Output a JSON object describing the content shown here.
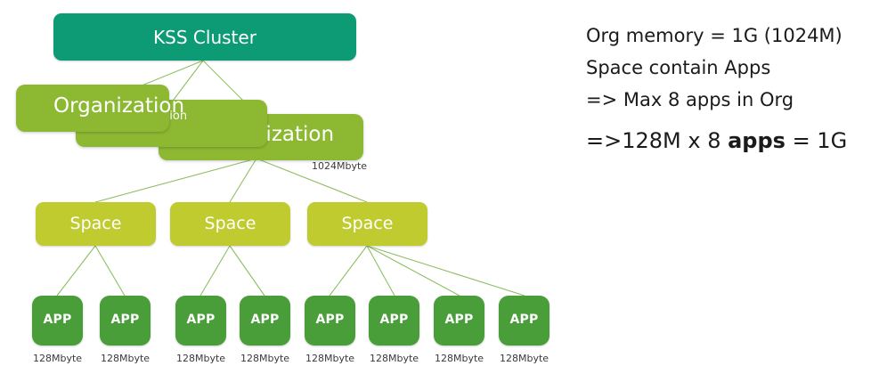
{
  "diagram": {
    "title_node": {
      "label": "KSS Cluster"
    },
    "orgs": [
      {
        "label": "Organization"
      },
      {
        "label": "Organization"
      },
      {
        "label": "Organization"
      }
    ],
    "org_capacity_label": "1024Mbyte",
    "spaces": [
      {
        "label": "Space"
      },
      {
        "label": "Space"
      },
      {
        "label": "Space"
      }
    ],
    "apps": [
      {
        "label": "APP",
        "capacity": "128Mbyte"
      },
      {
        "label": "APP",
        "capacity": "128Mbyte"
      },
      {
        "label": "APP",
        "capacity": "128Mbyte"
      },
      {
        "label": "APP",
        "capacity": "128Mbyte"
      },
      {
        "label": "APP",
        "capacity": "128Mbyte"
      },
      {
        "label": "APP",
        "capacity": "128Mbyte"
      },
      {
        "label": "APP",
        "capacity": "128Mbyte"
      },
      {
        "label": "APP",
        "capacity": "128Mbyte"
      }
    ]
  },
  "notes": {
    "line1": "Org memory = 1G (1024M)",
    "line2": "Space contain Apps",
    "line3": "=> Max 8 apps in Org",
    "line4_prefix": "=>128M x 8 ",
    "line4_bold": "apps",
    "line4_suffix": " = 1G"
  },
  "colors": {
    "cluster": "#0d9b76",
    "organization": "#8cb832",
    "space": "#bfcb2e",
    "app": "#4a9e39",
    "edge": "#8fbf63",
    "text_dark": "#1b1b1b",
    "background": "#ffffff"
  }
}
